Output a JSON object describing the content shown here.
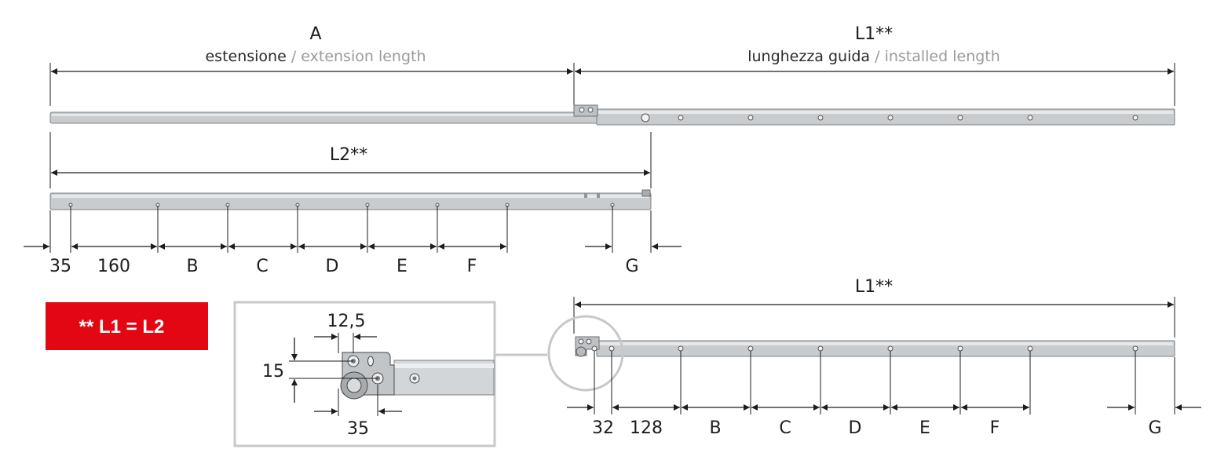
{
  "top": {
    "a_label": "A",
    "a_sub_it": "estensione",
    "a_sub_sep": " / ",
    "a_sub_en": "extension length",
    "l1_label": "L1**",
    "l1_sub_it": "lunghezza guida",
    "l1_sub_sep": " / ",
    "l1_sub_en": "installed length"
  },
  "middle": {
    "l2_label": "L2**",
    "dims": [
      "35",
      "160",
      "B",
      "C",
      "D",
      "E",
      "F",
      "G"
    ]
  },
  "bottom": {
    "l1_label": "L1**",
    "dims": [
      "32",
      "128",
      "B",
      "C",
      "D",
      "E",
      "F",
      "G"
    ]
  },
  "badge": {
    "text": "** L1 = L2",
    "color": "#e30613"
  },
  "detail": {
    "d_top": "12,5",
    "d_side": "15",
    "d_bottom": "35"
  }
}
